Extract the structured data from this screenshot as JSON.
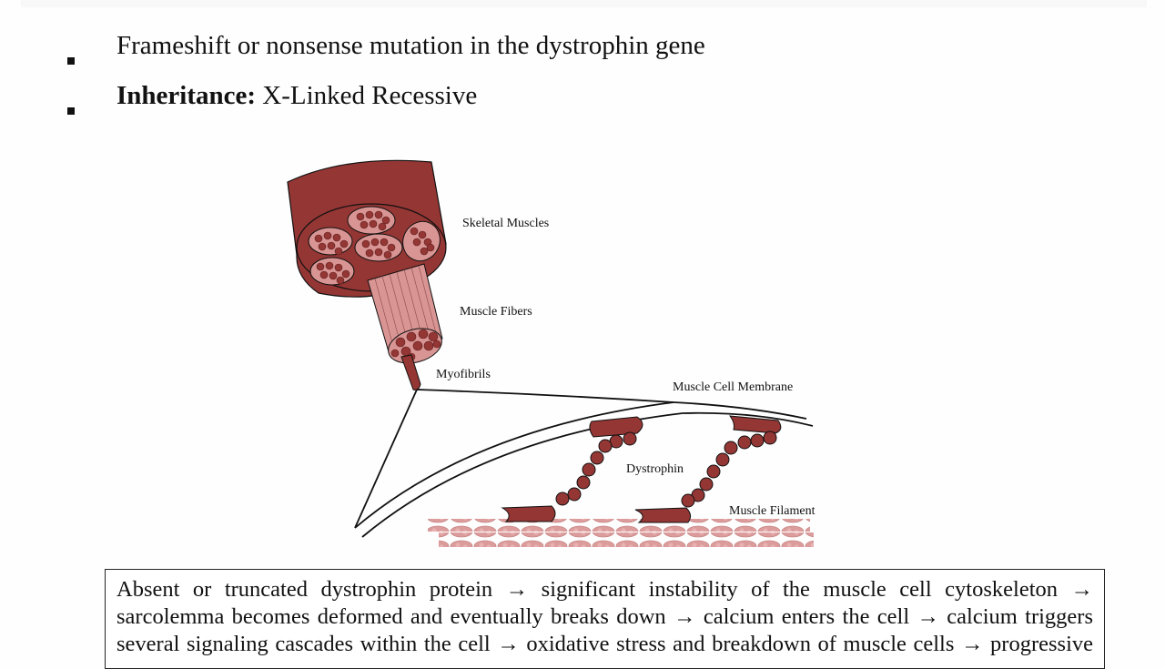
{
  "bullets": [
    {
      "bold": "",
      "text": "Frameshift or nonsense mutation in the dystrophin gene"
    },
    {
      "bold": "Inheritance:",
      "text": " X-Linked Recessive"
    }
  ],
  "diagram": {
    "labels": {
      "skeletal_muscles": "Skeletal Muscles",
      "muscle_fibers": "Muscle Fibers",
      "myofibrils": "Myofibrils",
      "muscle_cell_membrane": "Muscle Cell Membrane",
      "dystrophin": "Dystrophin",
      "muscle_filament": "Muscle Filament"
    },
    "colors": {
      "muscle": "#943634",
      "fiber": "#d99594",
      "filament": "#e0a0a0",
      "outline": "#111111"
    }
  },
  "pathway": {
    "lines": [
      "Absent or truncated dystrophin protein → significant instability of the muscle cell cytoskeleton →",
      "sarcolemma becomes deformed and eventually breaks down → calcium enters the cell → calcium triggers",
      "several signaling cascades within the cell → oxidative stress and breakdown of muscle cells → progressive"
    ]
  }
}
